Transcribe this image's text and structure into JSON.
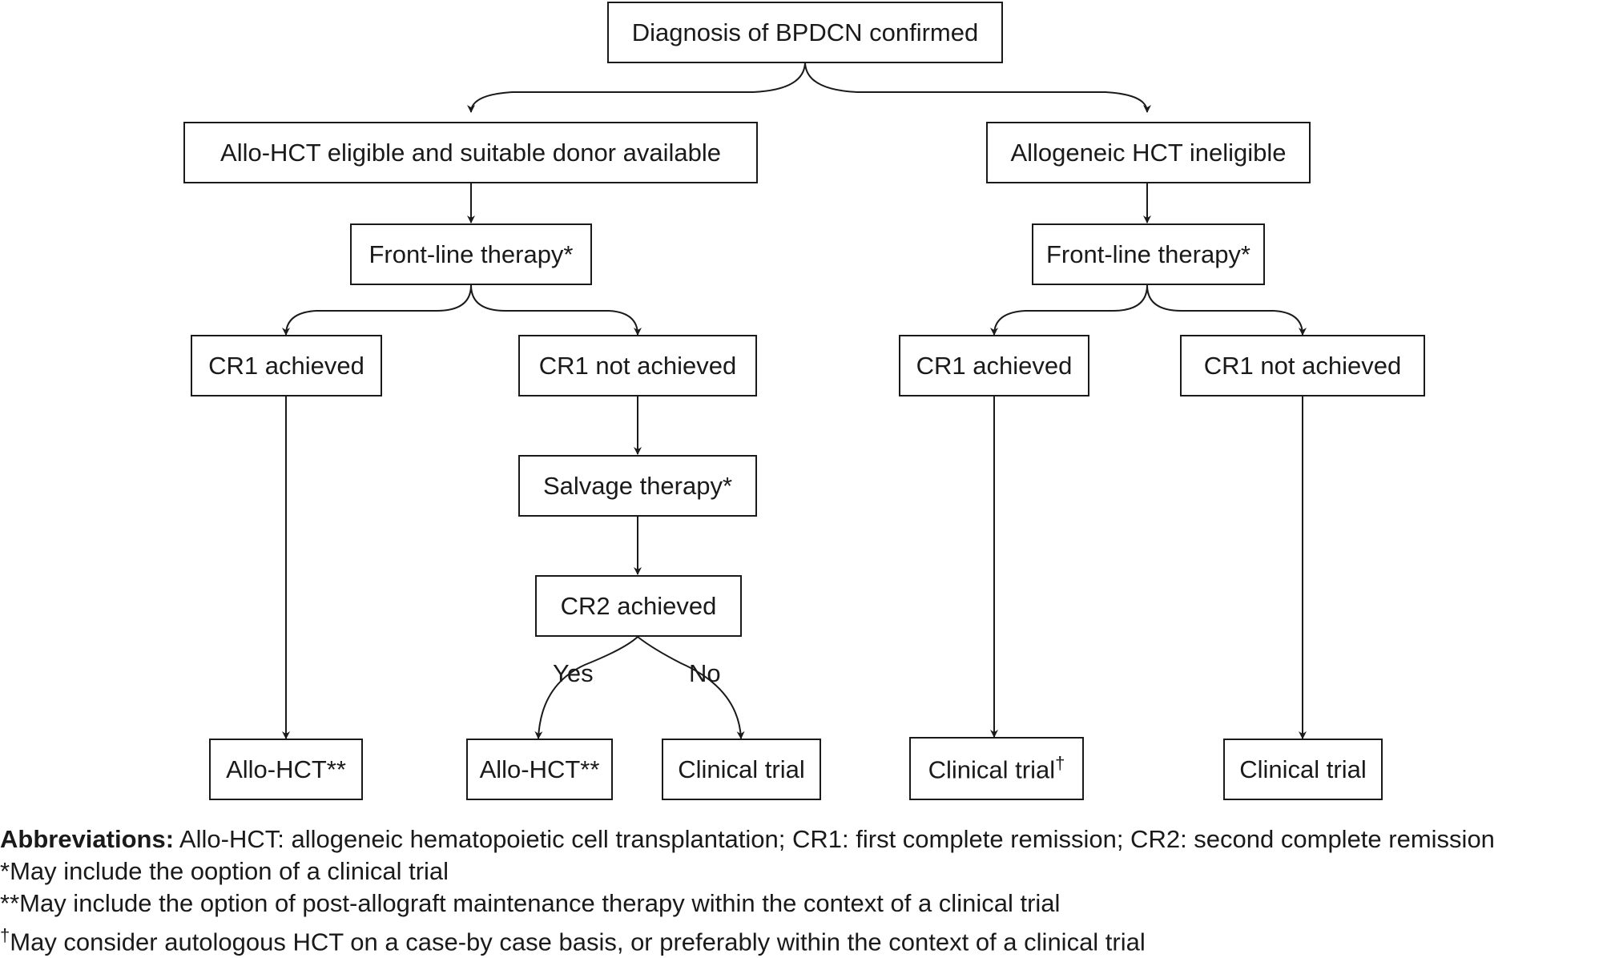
{
  "nodes": {
    "diagnosis": "Diagnosis of BPDCN confirmed",
    "eligible": "Allo-HCT eligible and suitable donor available",
    "ineligible": "Allogeneic HCT ineligible",
    "frontline_left": "Front-line therapy*",
    "frontline_right": "Front-line therapy*",
    "cr1_achieved_left": "CR1 achieved",
    "cr1_not_achieved_left": "CR1 not achieved",
    "cr1_achieved_right": "CR1 achieved",
    "cr1_not_achieved_right": "CR1 not achieved",
    "salvage": "Salvage therapy*",
    "cr2": "CR2 achieved",
    "allo_hct_1": "Allo-HCT**",
    "allo_hct_2": "Allo-HCT**",
    "clinical_trial_1": "Clinical trial",
    "clinical_trial_2": "Clinical trial",
    "clinical_trial_2_mark": "†",
    "clinical_trial_3": "Clinical trial"
  },
  "branch_labels": {
    "yes": "Yes",
    "no": "No"
  },
  "footnotes": {
    "abbrev_title": "Abbreviations:",
    "abbrev_text": " Allo-HCT: allogeneic hematopoietic cell transplantation; CR1: first complete remission; CR2: second complete remission",
    "note1": "*May include the ooption of a clinical trial",
    "note2": "**May include the option of post-allograft maintenance therapy within the context of a clinical trial",
    "note3_mark": "†",
    "note3": "May consider autologous HCT on a case-by case basis, or preferably within the context of a clinical trial"
  }
}
